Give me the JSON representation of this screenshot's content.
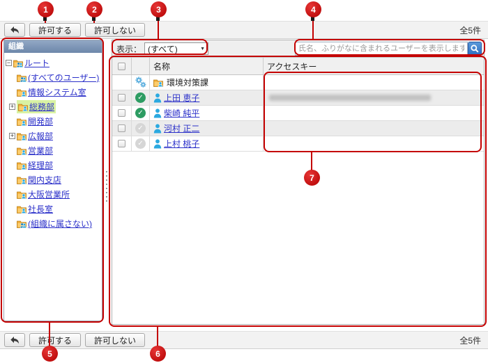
{
  "icons": {
    "plus": "+",
    "minus": "−",
    "caret_down": "▼",
    "check": "✓"
  },
  "toolbar": {
    "allow_label": "許可する",
    "deny_label": "許可しない",
    "count": "全5件"
  },
  "sidebar": {
    "title": "組織",
    "items": [
      {
        "label": "ルート"
      },
      {
        "label": "(すべてのユーザー)"
      },
      {
        "label": "情報システム室"
      },
      {
        "label": "総務部",
        "selected": true
      },
      {
        "label": "開発部"
      },
      {
        "label": "広報部"
      },
      {
        "label": "営業部"
      },
      {
        "label": "経理部"
      },
      {
        "label": "関内支店"
      },
      {
        "label": "大阪営業所"
      },
      {
        "label": "社長室"
      },
      {
        "label": "(組織に属さない)"
      }
    ]
  },
  "filter": {
    "label": "表示：",
    "selected": "(すべて)"
  },
  "search": {
    "placeholder": "氏名、ふりがなに含まれるユーザーを表示します。"
  },
  "table": {
    "columns": {
      "name": "名称",
      "access_key": "アクセスキー"
    },
    "rows": [
      {
        "name": "環境対策課",
        "status": "gears",
        "access_key": "",
        "access_key_blurred": false
      },
      {
        "name": "上田 恵子",
        "status": "allowed",
        "access_key": "",
        "access_key_blurred": true
      },
      {
        "name": "柴崎 純平",
        "status": "allowed",
        "access_key": "",
        "access_key_blurred": false
      },
      {
        "name": "河村 正二",
        "status": "not-allowed",
        "access_key": "",
        "access_key_blurred": false
      },
      {
        "name": "上村 桃子",
        "status": "not-allowed",
        "access_key": "",
        "access_key_blurred": false
      }
    ]
  },
  "callouts": [
    "1",
    "2",
    "3",
    "4",
    "5",
    "6",
    "7"
  ],
  "colors": {
    "callout_red": "#c40000",
    "selected_green": "#d9f2a3",
    "link_blue": "#2a2fc9"
  }
}
